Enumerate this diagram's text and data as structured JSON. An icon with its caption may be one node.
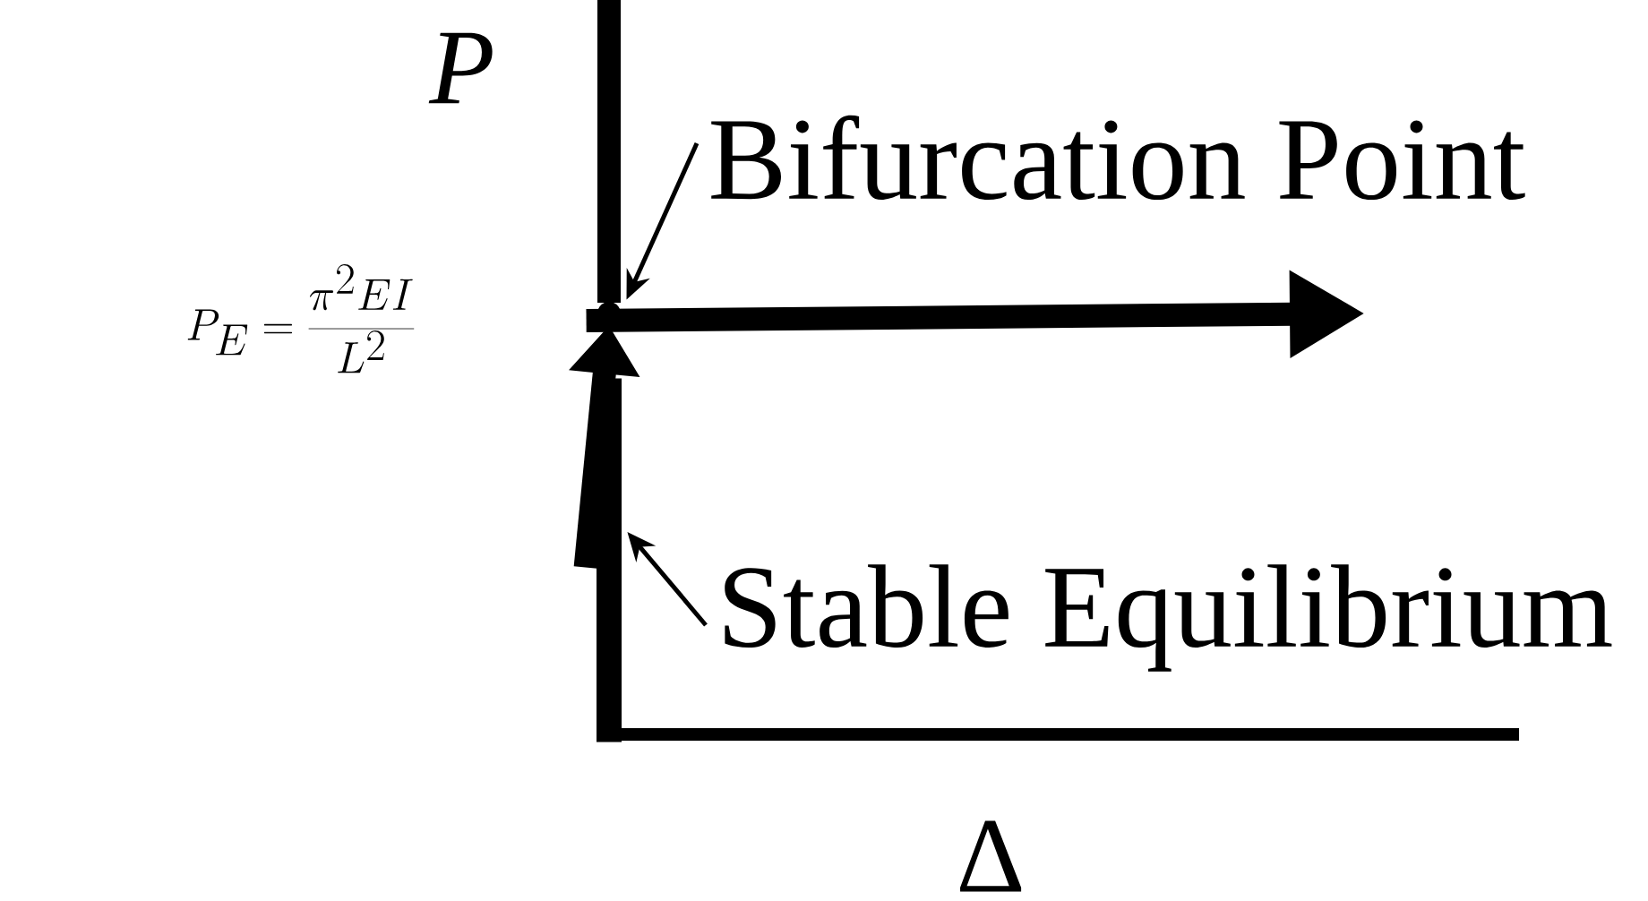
{
  "diagram": {
    "nodes": [
      {
        "text": [
          "Bifurcation Point"
        ]
      },
      {
        "text": [
          "Stable Equilibrium"
        ]
      },
      {
        "text": [],
        "shape": "circle"
      },
      {
        "text": [],
        "shape": "bar"
      }
    ],
    "edges": [
      {
        "from": 0,
        "to": 2,
        "arrow": "to"
      },
      {
        "from": 1,
        "to": 3,
        "arrow": "to"
      },
      {
        "from": 3,
        "to": 2,
        "arrow": "to",
        "style": "thick"
      },
      {
        "from": 2,
        "to": null,
        "arrow": "to",
        "style": "thick"
      }
    ],
    "labels": [
      "P",
      "P_{E} = \\frac{\\pi^{2} EI}{L^{2}}",
      "Δ"
    ]
  }
}
